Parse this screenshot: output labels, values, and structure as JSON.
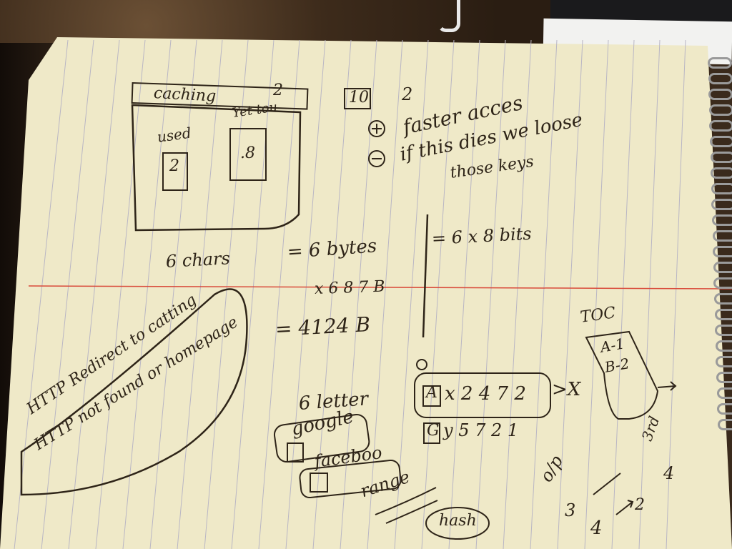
{
  "scene": {
    "description_colors": {
      "paper": "#efe9c8",
      "rule_line": "#b9b6c4",
      "margin_line": "#d94a3a",
      "ink": "#2e2418",
      "counter": "#3d2b1b"
    }
  },
  "notes": {
    "caching_title": "caching",
    "caching_num": "2",
    "used_label": "used",
    "used_value": "2",
    "yet_label": "Yet tou",
    "yet_value": ".8",
    "box10": "10",
    "num2": "2",
    "plus_line": "faster acces",
    "minus_line1": "if this dies we loose",
    "minus_line2": "those keys",
    "chars": "6 chars",
    "eq1": "= 6 bytes",
    "eq2": "= 6 x 8 bits",
    "mult": "x 6 8 7 B",
    "total": "= 4124 B",
    "redirect1": "HTTP Redirect to catting",
    "redirect2": "HTTP not found or homepage",
    "six_letter": "6 letter",
    "google": "google",
    "facebook": "faceboo",
    "range": "range",
    "hash": "hash",
    "a_code": "x 2 4 7 2",
    "a_letter": "A",
    "g_code": "y 5 7 2 1",
    "g_letter": "G",
    "arrow_x": ">X",
    "toc": "TOC",
    "toc_a": "A-1",
    "toc_b": "B-2",
    "op": "o/p",
    "n3": "3",
    "n4": "4",
    "n2": "2",
    "third": "3rd",
    "n4b": "4"
  }
}
